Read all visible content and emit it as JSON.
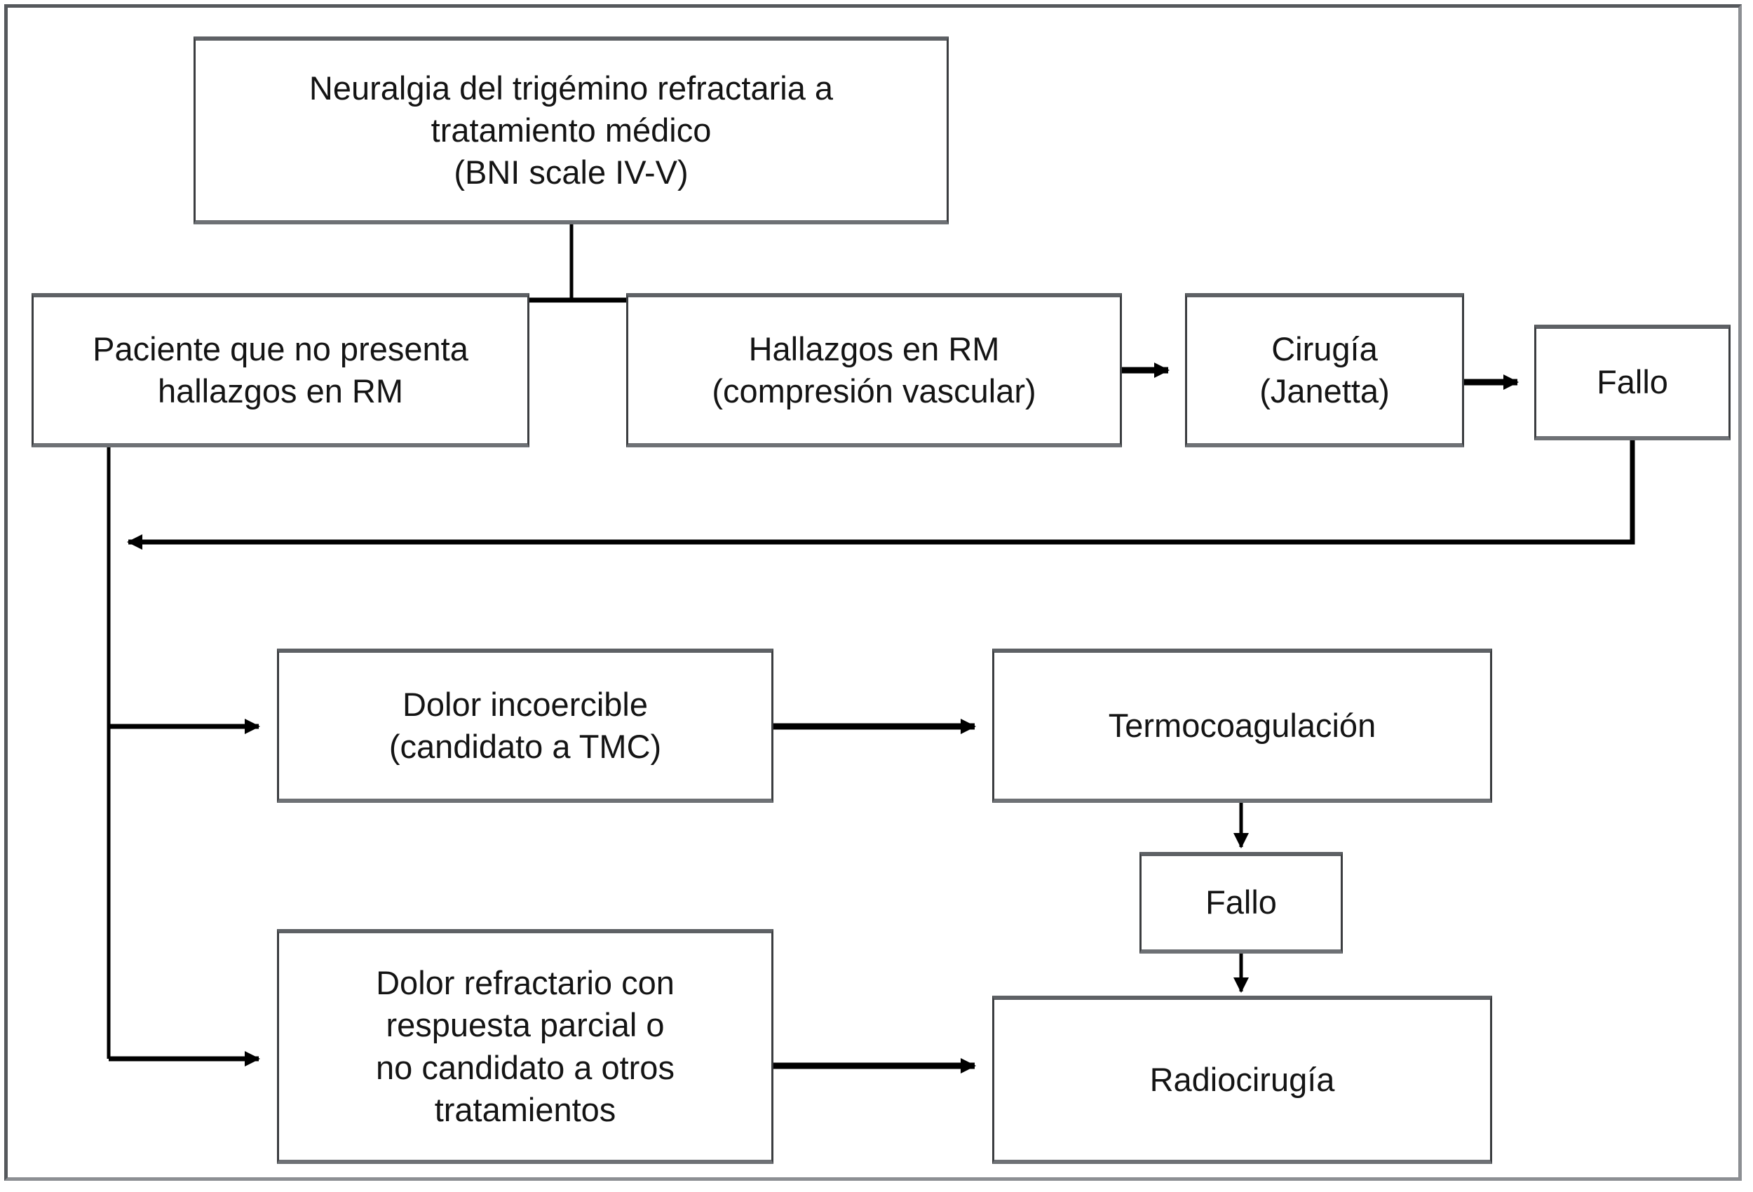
{
  "figure": {
    "title": "Algoritmo de tratamiento de la neuralgia del trigemino refractaria",
    "language": "es",
    "frame_color": "#8c8f93",
    "node_border_color": "#3b3d40",
    "node_fill_color": "#ffffff",
    "connector_color": "#000000",
    "text_color": "#141414"
  },
  "nodes": {
    "origen": {
      "id": "origen",
      "label": "Neuralgia del trigémino refractaria a\ntratamiento médico\n(BNI scale IV-V)",
      "lines": [
        "Neuralgia del trigémino refractaria a",
        "tratamiento médico",
        "(BNI scale IV-V)"
      ]
    },
    "sin_hallazgos": {
      "id": "sin-hallazgos-rm",
      "label": "Paciente que no presenta\nhallazgos en RM",
      "lines": [
        "Paciente que no presenta",
        "hallazgos en RM"
      ]
    },
    "hallazgos": {
      "id": "hallazgos-rm",
      "label": "Hallazgos en RM\n(compresión vascular)",
      "lines": [
        "Hallazgos en RM",
        "(compresión vascular)"
      ]
    },
    "cirugia": {
      "id": "cirugia-janetta",
      "label": "Cirugía\n(Janetta)",
      "lines": [
        "Cirugía",
        "(Janetta)"
      ]
    },
    "fallo_cirugia": {
      "id": "fallo-cirugia",
      "label": "Fallo",
      "lines": [
        "Fallo"
      ]
    },
    "dolor_incoercible": {
      "id": "dolor-incoercible",
      "label": "Dolor incoercible\n(candidato a TMC)",
      "lines": [
        "Dolor incoercible",
        "(candidato a TMC)"
      ]
    },
    "termocoagulacion": {
      "id": "termocoagulacion",
      "label": "Termocoagulación",
      "lines": [
        "Termocoagulación"
      ]
    },
    "fallo_termo": {
      "id": "fallo-termocoagulacion",
      "label": "Fallo",
      "lines": [
        "Fallo"
      ]
    },
    "dolor_refractario": {
      "id": "dolor-refractario",
      "label": "Dolor refractario con\nrespuesta parcial o\nno candidato a otros\ntratamientos",
      "lines": [
        "Dolor refractario con",
        "respuesta parcial o",
        "no candidato a otros",
        "tratamientos"
      ]
    },
    "radiocirugia": {
      "id": "radiocirugia",
      "label": "Radiocirugía",
      "lines": [
        "Radiocirugía"
      ]
    }
  },
  "edges": [
    {
      "id": "origen-to-sin-hallazgos",
      "from": "origen",
      "to": "sin_hallazgos",
      "style": "elbow-down-left",
      "arrow": "down"
    },
    {
      "id": "origen-to-hallazgos",
      "from": "origen",
      "to": "hallazgos",
      "style": "elbow-down-right",
      "arrow": "down"
    },
    {
      "id": "hallazgos-to-cirugia",
      "from": "hallazgos",
      "to": "cirugia",
      "style": "straight-right",
      "arrow": "right"
    },
    {
      "id": "cirugia-to-fallo",
      "from": "cirugia",
      "to": "fallo_cirugia",
      "style": "straight-right",
      "arrow": "right"
    },
    {
      "id": "fallo-to-sin-hallazgos-branch",
      "from": "fallo_cirugia",
      "to": "sin_hallazgos",
      "style": "feedback-loop-left",
      "arrow": "left"
    },
    {
      "id": "sin-hallazgos-to-incoercible",
      "from": "sin_hallazgos",
      "to": "dolor_incoercible",
      "style": "elbow-down-right",
      "arrow": "right"
    },
    {
      "id": "sin-hallazgos-to-refractario",
      "from": "sin_hallazgos",
      "to": "dolor_refractario",
      "style": "elbow-down-right",
      "arrow": "right"
    },
    {
      "id": "incoercible-to-termo",
      "from": "dolor_incoercible",
      "to": "termocoagulacion",
      "style": "straight-right",
      "arrow": "right"
    },
    {
      "id": "termo-to-fallo",
      "from": "termocoagulacion",
      "to": "fallo_termo",
      "style": "straight-down",
      "arrow": "down"
    },
    {
      "id": "fallo-to-radiocirugia",
      "from": "fallo_termo",
      "to": "radiocirugia",
      "style": "straight-down",
      "arrow": "down"
    },
    {
      "id": "refractario-to-radiocirugia",
      "from": "dolor_refractario",
      "to": "radiocirugia",
      "style": "straight-right",
      "arrow": "right"
    }
  ]
}
